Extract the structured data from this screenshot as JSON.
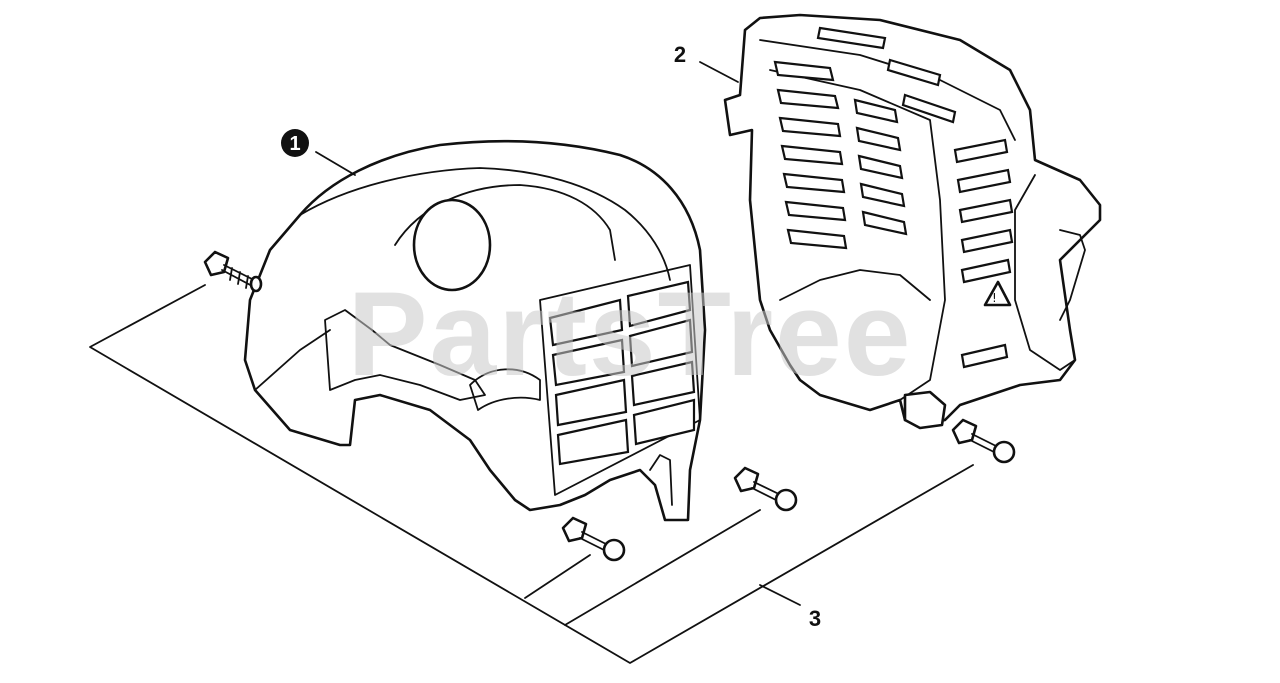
{
  "watermark": {
    "text": "PartsTree"
  },
  "callouts": [
    {
      "id": "1",
      "text": "1",
      "style": "filled-circle"
    },
    {
      "id": "2",
      "text": "2",
      "style": "plain"
    },
    {
      "id": "3",
      "text": "3",
      "style": "plain"
    }
  ],
  "colors": {
    "ink": "#111111",
    "background": "#ffffff",
    "watermark": "#c9c9c9"
  }
}
